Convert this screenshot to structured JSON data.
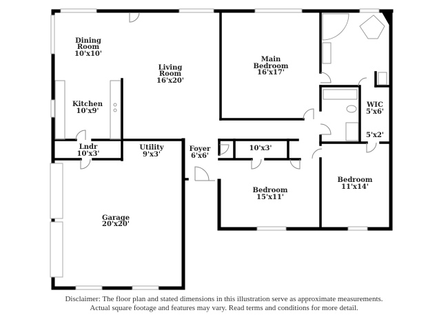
{
  "rooms": {
    "dining": {
      "name1": "Dining",
      "name2": "Room",
      "size": "10'x10'"
    },
    "living": {
      "name1": "Living",
      "name2": "Room",
      "size": "16'x20'"
    },
    "main_bedroom": {
      "name1": "Main",
      "name2": "Bedroom",
      "size": "16'x17'"
    },
    "kitchen": {
      "name": "Kitchen",
      "size": "10'x9'"
    },
    "wic": {
      "name": "WIC",
      "size": "5'x6'"
    },
    "closet_small": {
      "size": "5'x2'"
    },
    "laundry": {
      "name": "Lndr",
      "size": "10'x3'"
    },
    "utility": {
      "name": "Utility",
      "size": "9'x3'"
    },
    "foyer": {
      "name": "Foyer",
      "size": "6'x6'"
    },
    "hall_closet": {
      "size": "10'x3'"
    },
    "bedroom2": {
      "name": "Bedroom",
      "size": "15'x11'"
    },
    "bedroom3": {
      "name": "Bedroom",
      "size": "11'x14'"
    },
    "garage": {
      "name": "Garage",
      "size": "20'x20'"
    }
  },
  "disclaimer": {
    "line1": "Disclaimer: The floor plan and stated dimensions in this illustration serve as approximate measurements.",
    "line2": "Actual square footage and features may vary. Read terms and conditions for more detail."
  }
}
